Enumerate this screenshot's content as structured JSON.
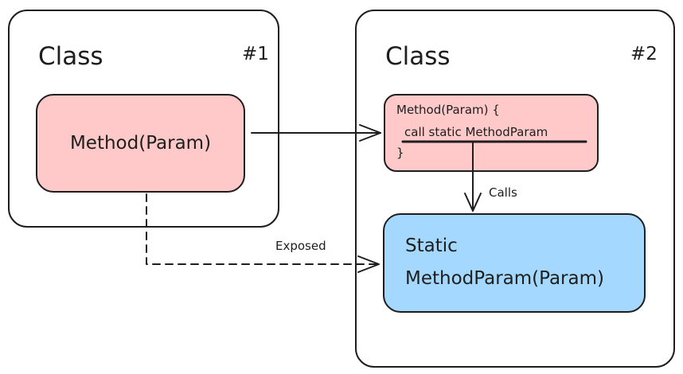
{
  "class1": {
    "title": "Class",
    "number": "#1",
    "method_label": "Method(Param)"
  },
  "class2": {
    "title": "Class",
    "number": "#2",
    "method_lines": [
      "Method(Param) {",
      "call static MethodParam",
      "}"
    ],
    "static_lines": [
      "Static",
      "MethodParam(Param)"
    ]
  },
  "edges": {
    "calls_label": "Calls",
    "exposed_label": "Exposed"
  },
  "colors": {
    "method_fill": "#ffc9c9",
    "static_fill": "#a5d8ff",
    "stroke": "#1e1e1e"
  }
}
